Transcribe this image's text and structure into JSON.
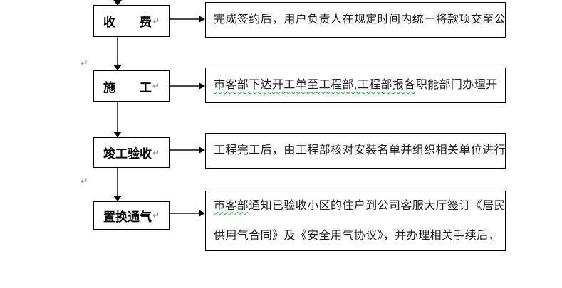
{
  "marks": {
    "line_break": "↵"
  },
  "colors": {
    "squiggle_green": "#1fa53f",
    "box_border": "#000000",
    "connector_gray": "#4a4a4a",
    "arrowhead_black": "#000000"
  },
  "rows": [
    {
      "step_label": "收　　费",
      "desc_lines": [
        [
          {
            "text": "完成签约后，用户负责人在规定时间内统一将款项交至公",
            "squiggle": false
          }
        ]
      ]
    },
    {
      "step_label": "施　　工",
      "desc_lines": [
        [
          {
            "text": "市客部下达",
            "squiggle": true
          },
          {
            "text": "开工单至工程部,",
            "squiggle": true
          },
          {
            "text": "工程部报各",
            "squiggle": true
          },
          {
            "text": "职能部门办理开",
            "squiggle": false
          }
        ]
      ]
    },
    {
      "step_label": "竣工验收",
      "desc_lines": [
        [
          {
            "text": "工程完工后，由工程部核对安装名单并组织相关单位进行",
            "squiggle": false
          }
        ]
      ]
    },
    {
      "step_label": "置换通气",
      "desc_lines": [
        [
          {
            "text": "市客部",
            "squiggle": true
          },
          {
            "text": "通知已验收小区的住户到公司客服大厅签订《居民",
            "squiggle": false
          }
        ],
        [
          {
            "text": "供用气合同》及《安全用气协议》，并办理相关手续后，",
            "squiggle": false
          }
        ]
      ]
    }
  ],
  "margin_marks": [
    "↵",
    "↵"
  ]
}
